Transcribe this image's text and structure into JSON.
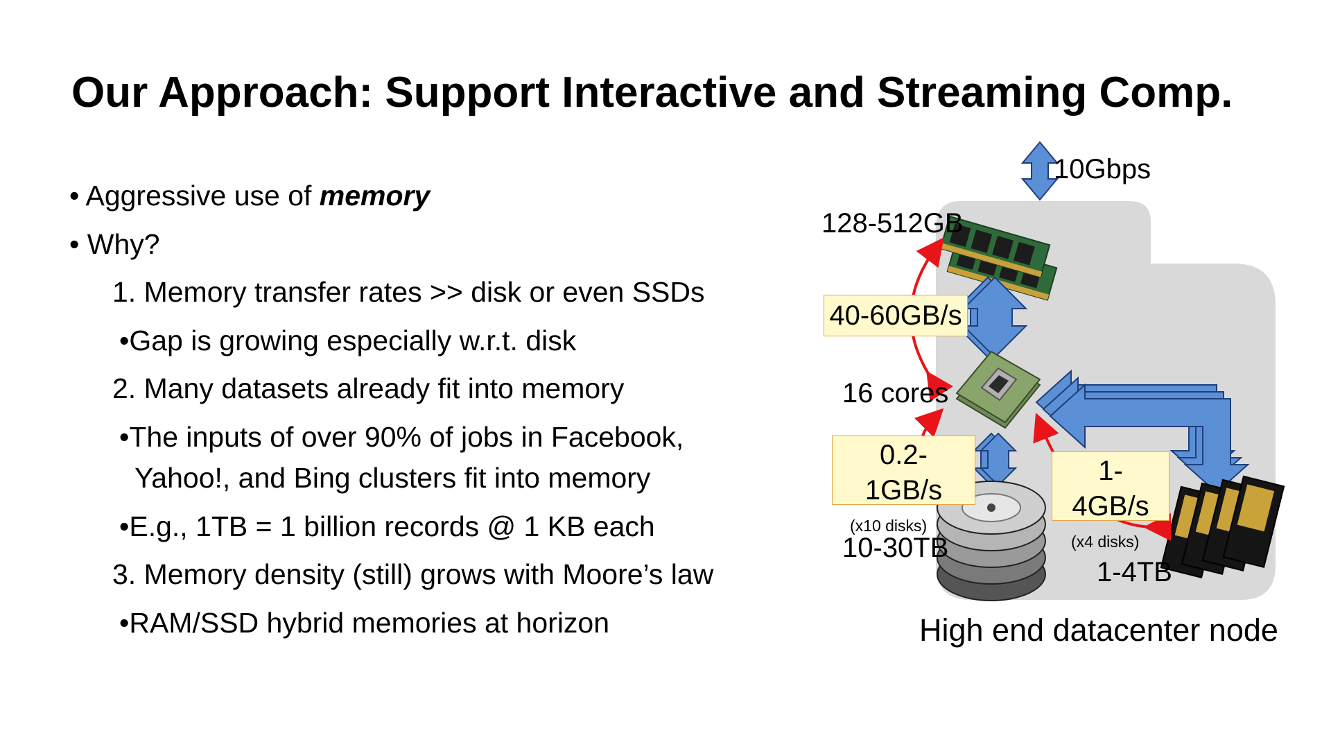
{
  "slide": {
    "title": "Our Approach: Support Interactive and Streaming Comp.",
    "bullets": [
      {
        "prefix": "• Aggressive use of ",
        "emphasis": "memory"
      },
      {
        "text": "• Why?"
      },
      {
        "text": "1.  Memory transfer rates >> disk or even SSDs"
      },
      {
        "text": "•Gap is growing especially w.r.t. disk"
      },
      {
        "text": "2.  Many datasets already fit into memory"
      },
      {
        "text": "•The inputs of over 90% of jobs in Facebook,"
      },
      {
        "text": "Yahoo!, and Bing clusters fit into memory"
      },
      {
        "text": "•E.g., 1TB = 1 billion records @ 1 KB each"
      },
      {
        "text": "3.  Memory density (still) grows with Moore’s law"
      },
      {
        "text": "•RAM/SSD hybrid memories at horizon"
      }
    ]
  },
  "diagram": {
    "network": "10Gbps",
    "memory_size": "128-512GB",
    "memory_bw": "40-60GB/s",
    "cpu": "16 cores",
    "disk_bw_line1": "0.2-",
    "disk_bw_line2": "1GB/s",
    "disk_count": "(x10 disks)",
    "disk_size": "10-30TB",
    "ssd_bw_line1": "1-",
    "ssd_bw_line2": "4GB/s",
    "ssd_count": "(x4 disks)",
    "ssd_size": "1-4TB",
    "caption": "High end datacenter node",
    "colors": {
      "arrow": "#5b8fd6",
      "arrow_stroke": "#1f3f7a",
      "curve": "#e8141a",
      "node_bg": "#d9d9d9",
      "label_box": "#fff9cc"
    }
  }
}
